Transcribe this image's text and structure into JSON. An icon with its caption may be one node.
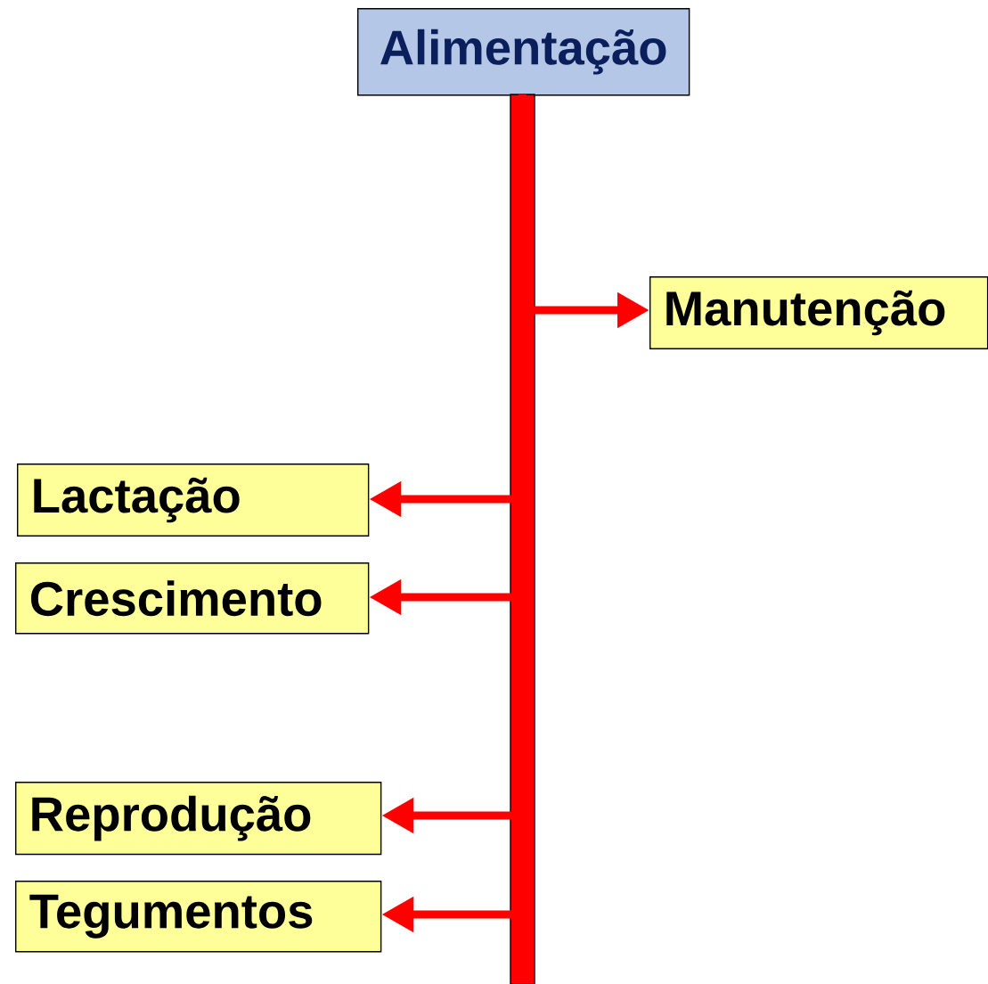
{
  "diagram": {
    "nodes": [
      {
        "text": [
          "Alimentação"
        ]
      },
      {
        "text": [
          "Manutenção"
        ]
      },
      {
        "text": [
          "Lactação"
        ]
      },
      {
        "text": [
          "Crescimento"
        ]
      },
      {
        "text": [
          "Reprodução"
        ]
      },
      {
        "text": [
          "Tegumentos"
        ]
      }
    ],
    "edges": [
      {
        "from": 0,
        "to": 1,
        "arrow": "to"
      },
      {
        "from": 0,
        "to": 2,
        "arrow": "to"
      },
      {
        "from": 0,
        "to": 3,
        "arrow": "to"
      },
      {
        "from": 0,
        "to": 4,
        "arrow": "to"
      },
      {
        "from": 0,
        "to": 5,
        "arrow": "to"
      }
    ]
  }
}
